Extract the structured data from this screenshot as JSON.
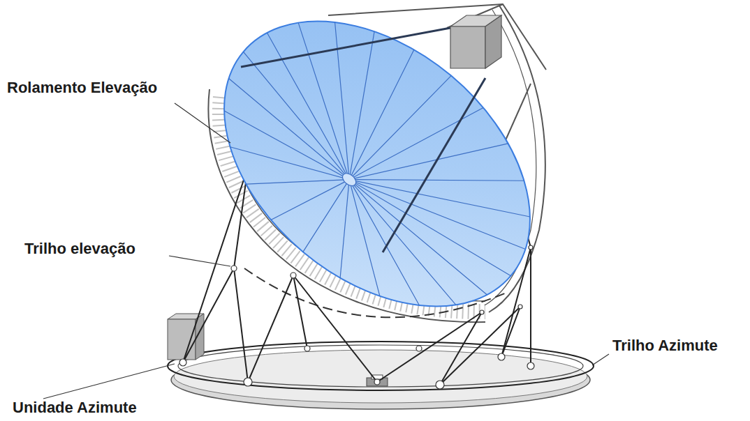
{
  "diagram": {
    "labels": [
      "Rolamento Elevação",
      "Trilho elevação",
      "Trilho Azimute",
      "Unidade Azimute"
    ]
  }
}
